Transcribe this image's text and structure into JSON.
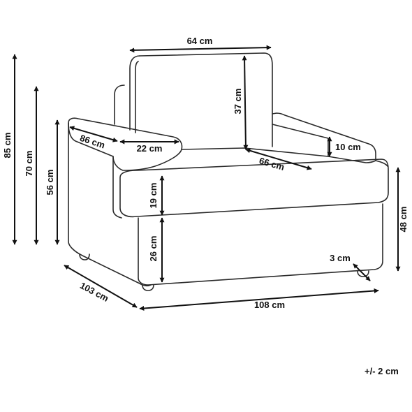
{
  "product": "armchair",
  "dimensions": {
    "total_height": "85 cm",
    "back_top_height": "70 cm",
    "armrest_height": "56 cm",
    "back_width": "64 cm",
    "back_height": "37 cm",
    "armrest_length": "86 cm",
    "armrest_width": "22 cm",
    "armrest_thickness": "10 cm",
    "seat_depth": "66 cm",
    "cushion_height": "19 cm",
    "base_height": "26 cm",
    "side_height": "48 cm",
    "foot_height": "3 cm",
    "depth": "103 cm",
    "width": "108 cm"
  },
  "tolerance": "+/- 2 cm",
  "colors": {
    "line": "#2a2a2a",
    "text": "#111111",
    "background": "#ffffff"
  }
}
